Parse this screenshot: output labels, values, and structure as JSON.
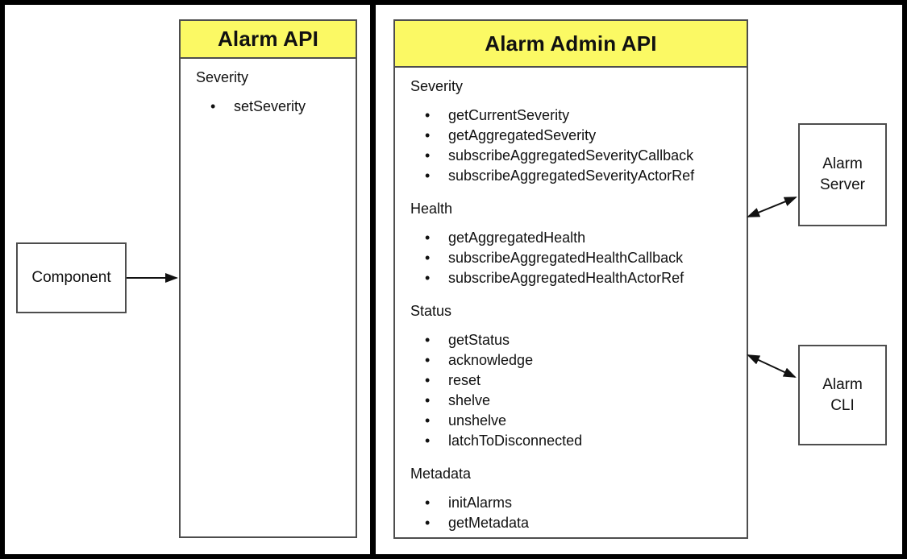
{
  "colors": {
    "frame_border": "#000000",
    "box_border": "#4d4d4d",
    "header_yellow": "#FBF964",
    "arrow": "#111111"
  },
  "alarm_api": {
    "title": "Alarm API",
    "sections": [
      {
        "label": "Severity",
        "items": [
          "setSeverity"
        ]
      }
    ]
  },
  "alarm_admin_api": {
    "title": "Alarm Admin API",
    "sections": [
      {
        "label": "Severity",
        "items": [
          "getCurrentSeverity",
          "getAggregatedSeverity",
          "subscribeAggregatedSeverityCallback",
          "subscribeAggregatedSeverityActorRef"
        ]
      },
      {
        "label": "Health",
        "items": [
          "getAggregatedHealth",
          "subscribeAggregatedHealthCallback",
          "subscribeAggregatedHealthActorRef"
        ]
      },
      {
        "label": "Status",
        "items": [
          "getStatus",
          "acknowledge",
          "reset",
          "shelve",
          "unshelve",
          "latchToDisconnected"
        ]
      },
      {
        "label": "Metadata",
        "items": [
          "initAlarms",
          "getMetadata"
        ]
      }
    ]
  },
  "component_box": {
    "label": "Component"
  },
  "alarm_server_box": {
    "label": "Alarm\nServer"
  },
  "alarm_cli_box": {
    "label": "Alarm\nCLI"
  }
}
